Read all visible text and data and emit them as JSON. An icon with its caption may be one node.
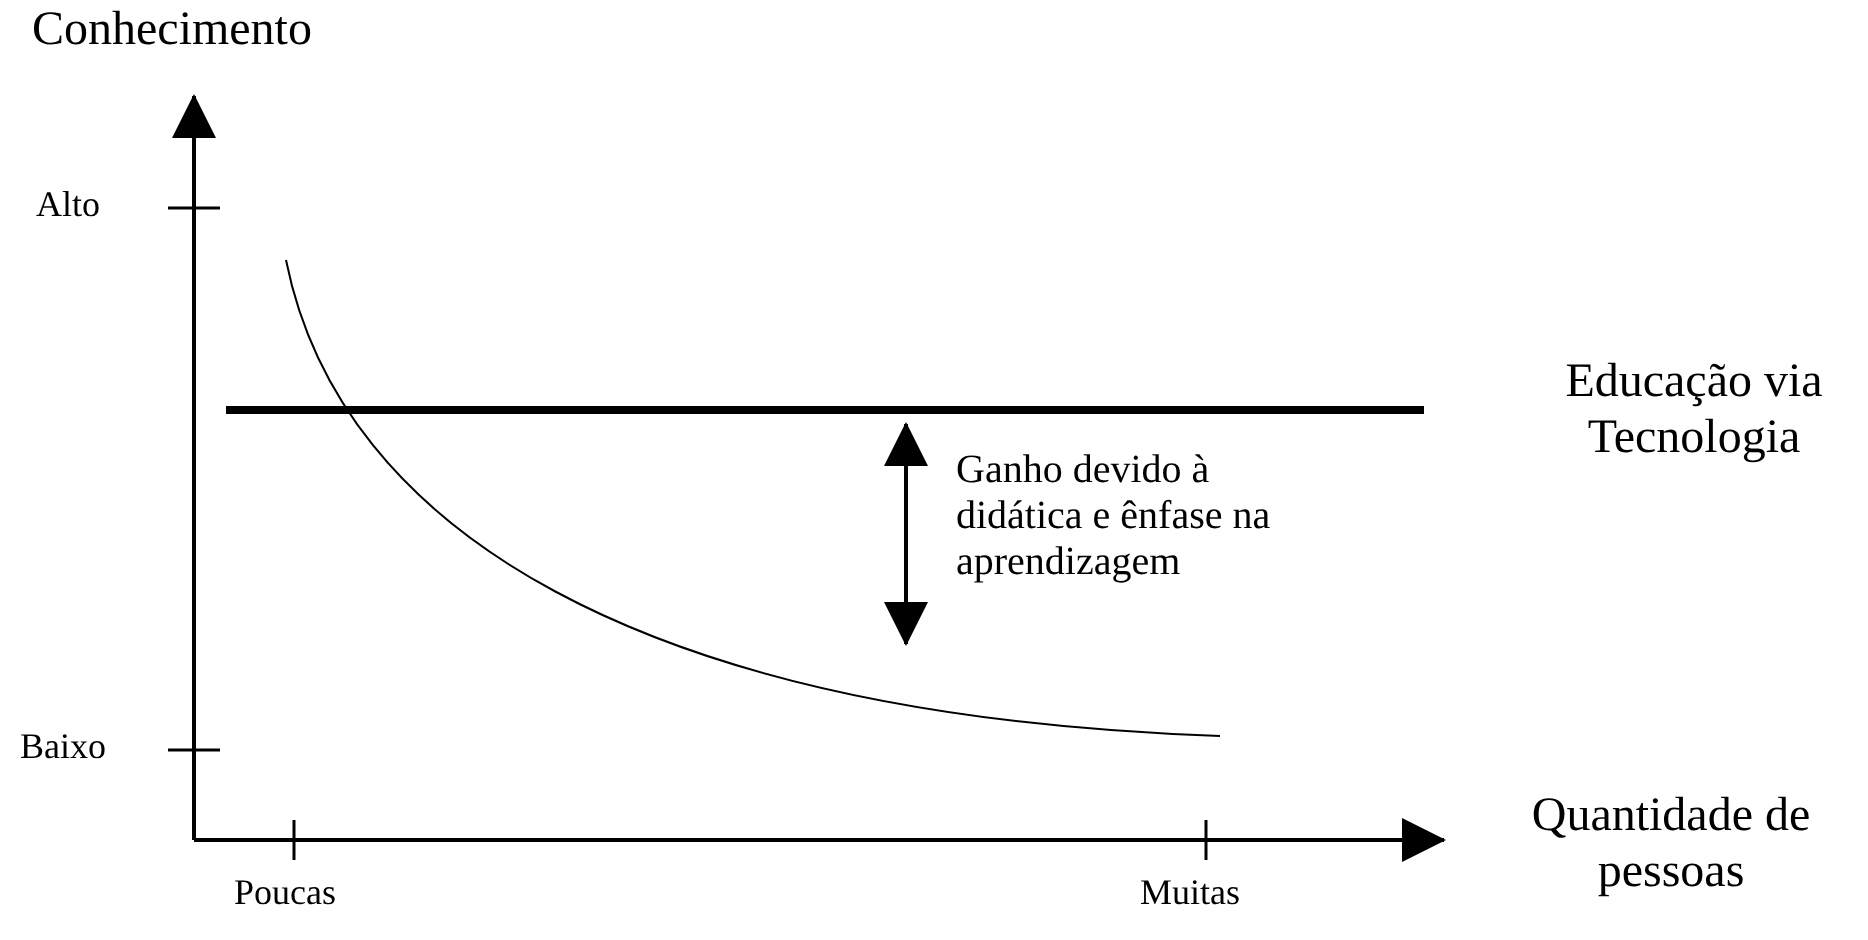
{
  "diagram": {
    "labels": [
      "Conhecimento",
      "Alto",
      "Educação via Tecnologia",
      "Ganho devido à didática e ênfase na aprendizagem",
      "Baixo",
      "Quantidade de pessoas",
      "Poucas",
      "Muitas"
    ]
  }
}
